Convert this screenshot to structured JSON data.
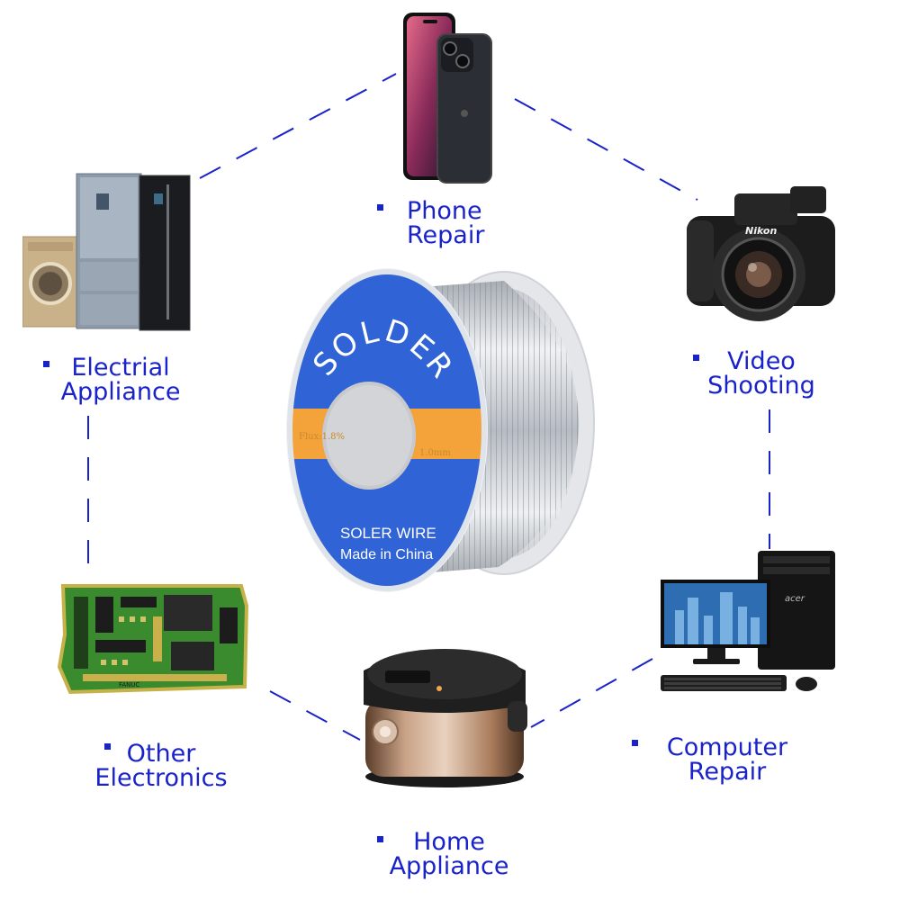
{
  "spool": {
    "title": "SOLDER",
    "flux": "Flux:1.8%",
    "diameter": "1.0mm",
    "product": "SOLER WIRE",
    "origin": "Made in China"
  },
  "applications": [
    {
      "line1": "Phone",
      "line2": "Repair"
    },
    {
      "line1": "Video",
      "line2": "Shooting"
    },
    {
      "line1": "Computer",
      "line2": "Repair"
    },
    {
      "line1": "Home",
      "line2": "Appliance"
    },
    {
      "line1": "Other",
      "line2": "Electronics"
    },
    {
      "line1": "Electrial",
      "line2": "Appliance"
    }
  ],
  "product_marks": {
    "camera_brand": "Nikon",
    "pc_brand": "acer",
    "chip_brand": "FANUC"
  },
  "colors": {
    "label_blue": "#1a23c9",
    "spool_blue": "#2f63d6",
    "stripe_orange": "#f4a23a"
  }
}
